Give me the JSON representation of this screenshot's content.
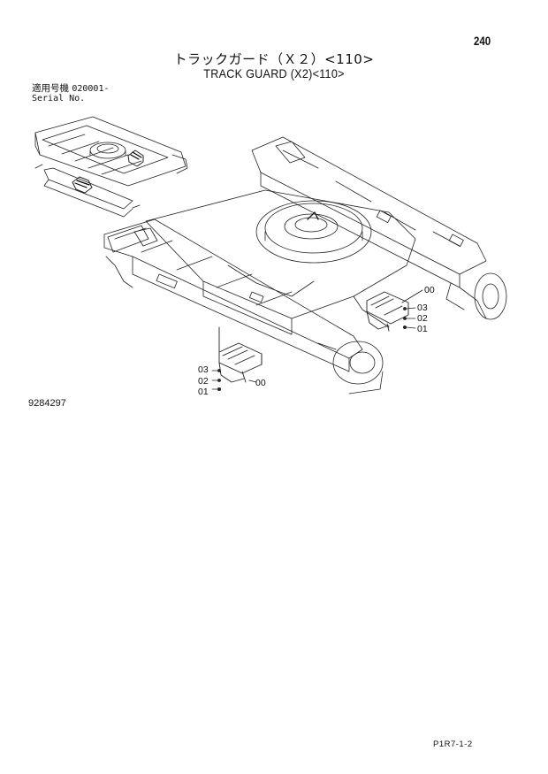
{
  "header": {
    "page_number": "240",
    "title_jp": "トラックガード（Ｘ２）<110>",
    "title_en": "TRACK GUARD (X2)<110>"
  },
  "serial": {
    "label_jp": "適用号機",
    "value": "020001-",
    "label_en": "Serial No."
  },
  "callouts": {
    "right": [
      "00",
      "03",
      "02",
      "01"
    ],
    "left": [
      "03",
      "02",
      "01",
      "00"
    ]
  },
  "drawing_number": "9284297",
  "footer_code": "P1R7-1-2"
}
